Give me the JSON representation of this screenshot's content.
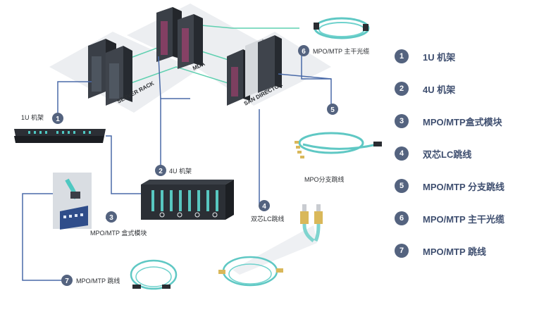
{
  "diagram": {
    "areas": {
      "server_rack": "SERVER RACK",
      "mda": "MDA",
      "san_director": "SAN DIRECTOR"
    },
    "callouts": [
      {
        "num": "1",
        "label": "1U 机架"
      },
      {
        "num": "2",
        "label": "4U 机架"
      },
      {
        "num": "3",
        "label": "MPO/MTP 盒式模块"
      },
      {
        "num": "4",
        "label": "双芯LC跳线"
      },
      {
        "num": "5",
        "label": ""
      },
      {
        "num": "6",
        "label": "MPO/MTP 主干光缆"
      },
      {
        "num": "7",
        "label": "MPO/MTP 跳线"
      }
    ],
    "fanout_caption": "MPO分支跳线",
    "colors": {
      "badge": "#54637f",
      "line": "#4a6aa8",
      "green_line": "#5fd0b0",
      "cable": "#5fc8c4",
      "floor": "#eceef1"
    }
  },
  "legend": {
    "items": [
      {
        "num": "1",
        "label": "1U 机架"
      },
      {
        "num": "2",
        "label": "4U 机架"
      },
      {
        "num": "3",
        "label": "MPO/MTP盒式模块"
      },
      {
        "num": "4",
        "label": "双芯LC跳线"
      },
      {
        "num": "5",
        "label": "MPO/MTP 分支跳线"
      },
      {
        "num": "6",
        "label": "MPO/MTP 主干光缆"
      },
      {
        "num": "7",
        "label": "MPO/MTP 跳线"
      }
    ]
  }
}
